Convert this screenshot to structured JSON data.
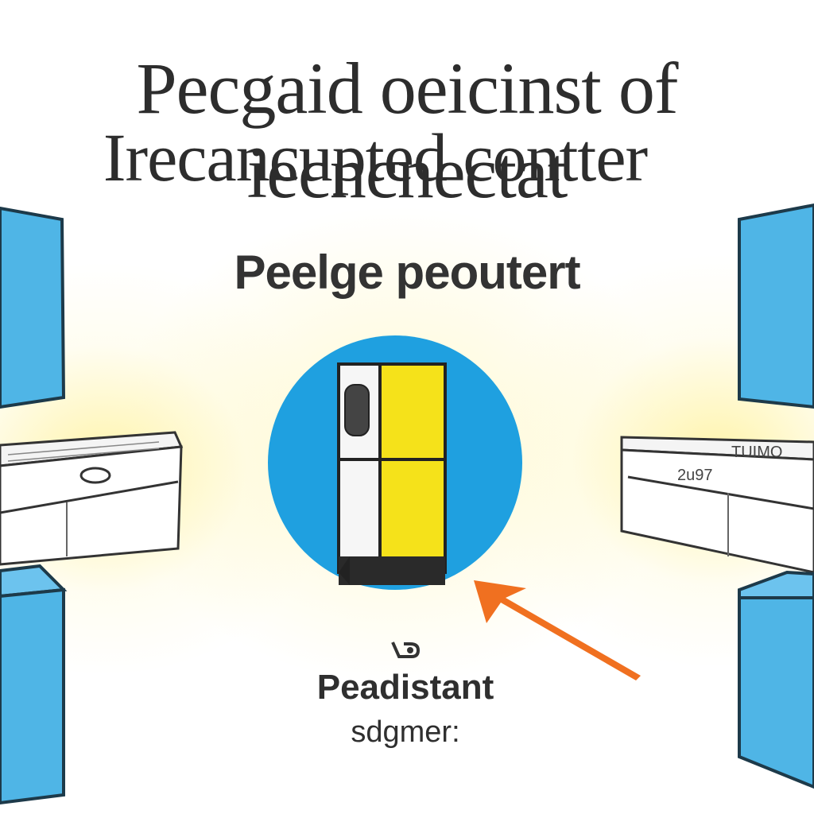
{
  "title": {
    "line1": "Pecgaid oeicinst of iecncnectat",
    "line2": "Irecancupted contter"
  },
  "subtitle": "Peelge peoutert",
  "caption": {
    "line1": "Peadistant",
    "line2": "sdgmer:"
  },
  "panel_labels": {
    "right": "TUIMO",
    "right_sub": "2u97"
  },
  "colors": {
    "panel_blue": "#4fb5e6",
    "circle_blue": "#1fa0e0",
    "fridge_yellow": "#f5e21a",
    "arrow_orange": "#f07020",
    "glow_yellow": "#fff08c",
    "text": "#2d2d2d"
  },
  "icons": {
    "center": "refrigerator-icon",
    "pointer": "arrow-icon",
    "small": "pin-icon"
  }
}
